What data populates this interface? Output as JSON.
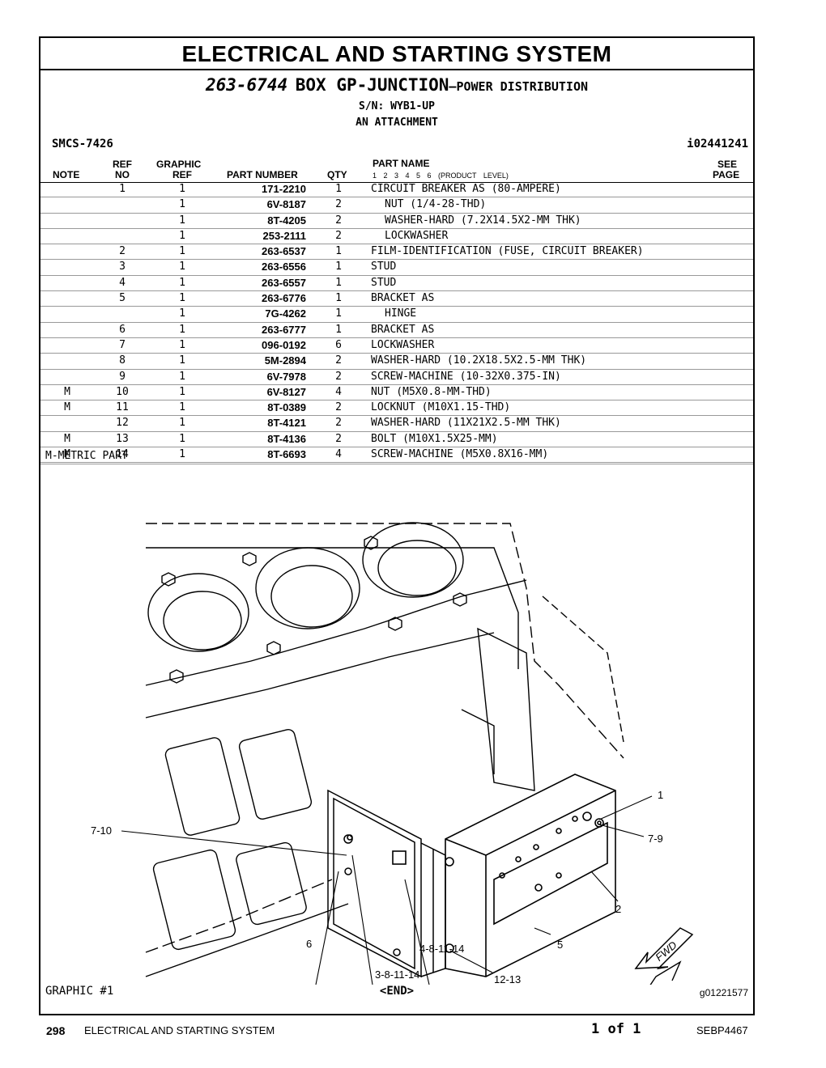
{
  "header": {
    "main_title": "ELECTRICAL AND STARTING SYSTEM",
    "part_number": "263-6744",
    "group_name": "BOX GP-JUNCTION",
    "group_subname": "—POWER DISTRIBUTION",
    "serial": "S/N: WYB1-UP",
    "attachment": "AN ATTACHMENT",
    "smcs": "SMCS-7426",
    "illustration_id": "i02441241"
  },
  "columns": {
    "note": "NOTE",
    "ref_top": "REF",
    "ref_bottom": "NO",
    "graphic_top": "GRAPHIC",
    "graphic_bottom": "REF",
    "part_number": "PART NUMBER",
    "qty": "QTY",
    "part_name": "PART NAME",
    "product_levels": "1 2 3 4 5 6 (PRODUCT LEVEL)",
    "see_top": "SEE",
    "see_bottom": "PAGE"
  },
  "parts": [
    {
      "note": "",
      "ref": "1",
      "gref": "1",
      "pn": "171-2210",
      "qty": "1",
      "name": "CIRCUIT BREAKER AS (80-AMPERE)",
      "indent": false
    },
    {
      "note": "",
      "ref": "",
      "gref": "1",
      "pn": "6V-8187",
      "qty": "2",
      "name": "NUT (1/4-28-THD)",
      "indent": true
    },
    {
      "note": "",
      "ref": "",
      "gref": "1",
      "pn": "8T-4205",
      "qty": "2",
      "name": "WASHER-HARD (7.2X14.5X2-MM THK)",
      "indent": true
    },
    {
      "note": "",
      "ref": "",
      "gref": "1",
      "pn": "253-2111",
      "qty": "2",
      "name": "LOCKWASHER",
      "indent": true
    },
    {
      "note": "",
      "ref": "2",
      "gref": "1",
      "pn": "263-6537",
      "qty": "1",
      "name": "FILM-IDENTIFICATION (FUSE, CIRCUIT BREAKER)",
      "indent": false
    },
    {
      "note": "",
      "ref": "3",
      "gref": "1",
      "pn": "263-6556",
      "qty": "1",
      "name": "STUD",
      "indent": false
    },
    {
      "note": "",
      "ref": "4",
      "gref": "1",
      "pn": "263-6557",
      "qty": "1",
      "name": "STUD",
      "indent": false
    },
    {
      "note": "",
      "ref": "5",
      "gref": "1",
      "pn": "263-6776",
      "qty": "1",
      "name": "BRACKET AS",
      "indent": false
    },
    {
      "note": "",
      "ref": "",
      "gref": "1",
      "pn": "7G-4262",
      "qty": "1",
      "name": "HINGE",
      "indent": true
    },
    {
      "note": "",
      "ref": "6",
      "gref": "1",
      "pn": "263-6777",
      "qty": "1",
      "name": "BRACKET AS",
      "indent": false
    },
    {
      "note": "",
      "ref": "7",
      "gref": "1",
      "pn": "096-0192",
      "qty": "6",
      "name": "LOCKWASHER",
      "indent": false
    },
    {
      "note": "",
      "ref": "8",
      "gref": "1",
      "pn": "5M-2894",
      "qty": "2",
      "name": "WASHER-HARD (10.2X18.5X2.5-MM THK)",
      "indent": false
    },
    {
      "note": "",
      "ref": "9",
      "gref": "1",
      "pn": "6V-7978",
      "qty": "2",
      "name": "SCREW-MACHINE (10-32X0.375-IN)",
      "indent": false
    },
    {
      "note": "M",
      "ref": "10",
      "gref": "1",
      "pn": "6V-8127",
      "qty": "4",
      "name": "NUT (M5X0.8-MM-THD)",
      "indent": false
    },
    {
      "note": "M",
      "ref": "11",
      "gref": "1",
      "pn": "8T-0389",
      "qty": "2",
      "name": "LOCKNUT (M10X1.15-THD)",
      "indent": false
    },
    {
      "note": "",
      "ref": "12",
      "gref": "1",
      "pn": "8T-4121",
      "qty": "2",
      "name": "WASHER-HARD (11X21X2.5-MM THK)",
      "indent": false
    },
    {
      "note": "M",
      "ref": "13",
      "gref": "1",
      "pn": "8T-4136",
      "qty": "2",
      "name": "BOLT (M10X1.5X25-MM)",
      "indent": false
    },
    {
      "note": "M",
      "ref": "14",
      "gref": "1",
      "pn": "8T-6693",
      "qty": "4",
      "name": "SCREW-MACHINE (M5X0.8X16-MM)",
      "indent": false
    }
  ],
  "metric_note": "M-METRIC PART",
  "callouts": {
    "c1": "1",
    "c79": "7-9",
    "c710": "7-10",
    "c2": "2",
    "c5": "5",
    "c1213": "12-13",
    "c481114": "4-8-11-14",
    "c6": "6",
    "c381114": "3-8-11-14",
    "fwd": "FWD"
  },
  "graphic_label": "GRAPHIC #1",
  "end_tag": "<END>",
  "graphic_id": "g01221577",
  "footer": {
    "page": "298",
    "section": "ELECTRICAL AND STARTING SYSTEM",
    "page_of": "1 of 1",
    "doc": "SEBP4467"
  }
}
